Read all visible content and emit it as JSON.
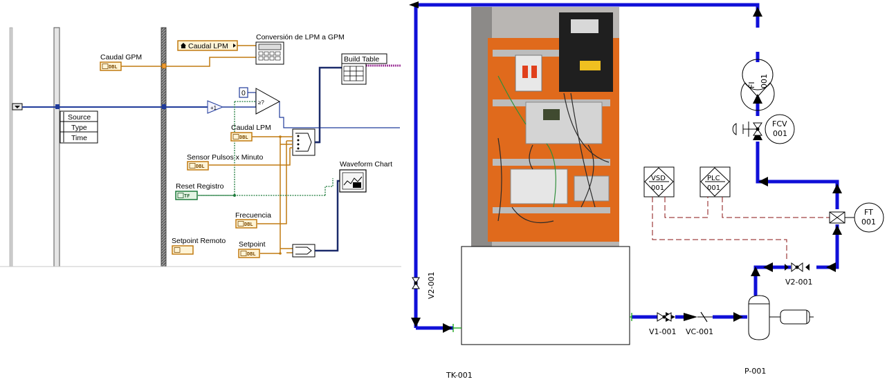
{
  "labview": {
    "caudal_gpm": "Caudal GPM",
    "conversion_label": "Conversión de LPM a GPM",
    "caudal_lpm_ref": "Caudal LPM",
    "cluster_items": [
      "Source",
      "Type",
      "Time"
    ],
    "const_zero": "0",
    "caudal_lpm": "Caudal LPM",
    "sensor_pulsos": "Sensor Pulsos x Minuto",
    "reset_registro": "Reset Registro",
    "frecuencia": "Frecuencia",
    "setpoint_remoto": "Setpoint Remoto",
    "setpoint": "Setpoint",
    "build_table": "Build Table",
    "waveform_chart": "Waveform Chart",
    "dbl": "DBL",
    "tf": "TF"
  },
  "pid": {
    "fi_label": "FI",
    "fi_num": "001",
    "fcv_label": "FCV",
    "fcv_num": "001",
    "vsd_label": "VSD",
    "vsd_num": "001",
    "plc_label": "PLC",
    "plc_num": "001",
    "ft_label": "FT",
    "ft_num": "001",
    "v2_left": "V2-001",
    "v2_right": "V2-001",
    "v1": "V1-001",
    "vc": "VC-001",
    "tank": "TK-001",
    "pump": "P-001"
  }
}
